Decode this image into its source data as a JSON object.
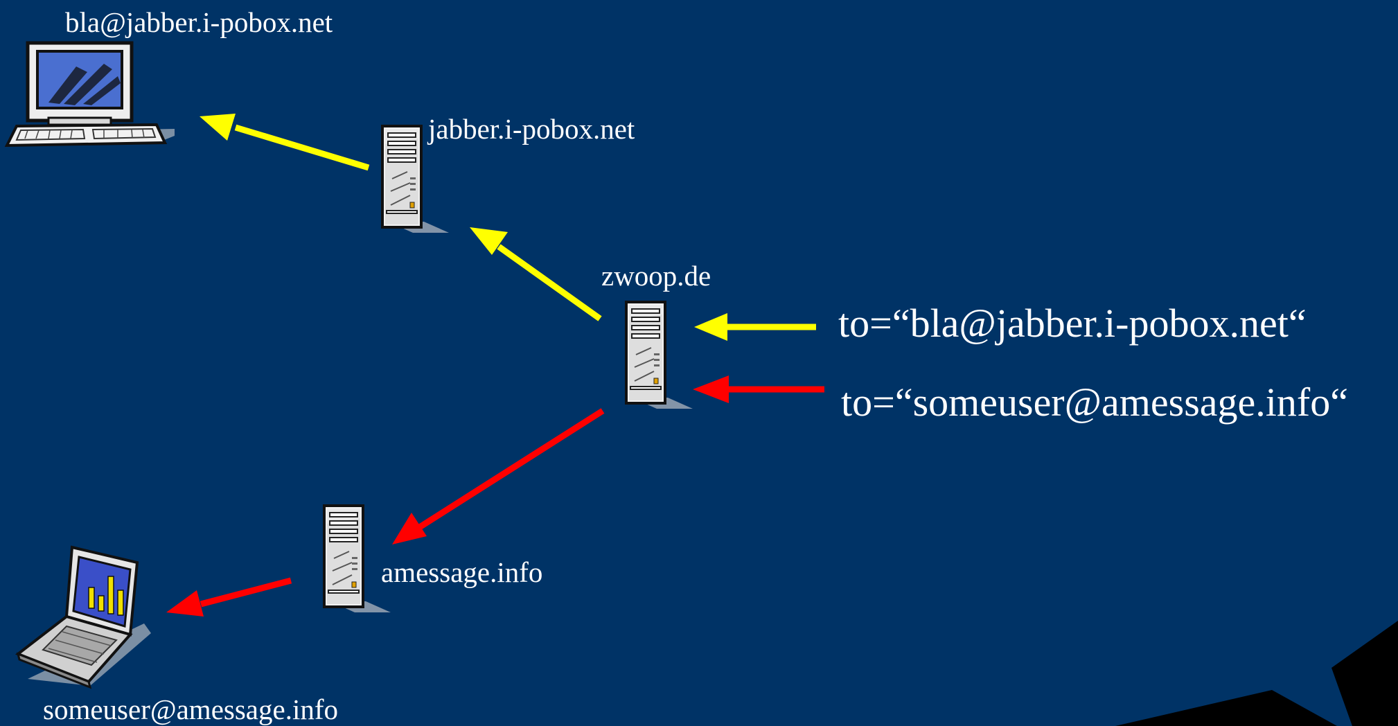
{
  "labels": {
    "client_top": "bla@jabber.i-pobox.net",
    "server_jabber": "jabber.i-pobox.net",
    "server_zwoop": "zwoop.de",
    "msg_yellow": "to=“bla@jabber.i-pobox.net“",
    "msg_red": "to=“someuser@amessage.info“",
    "server_amessage": "amessage.info",
    "client_bottom": "someuser@amessage.info"
  },
  "colors": {
    "background": "#003366",
    "route_yellow": "#ffff00",
    "route_red": "#ff0000",
    "text": "#ffffff"
  },
  "icons": [
    "desktop-computer-icon",
    "server-tower-icon",
    "laptop-icon"
  ]
}
